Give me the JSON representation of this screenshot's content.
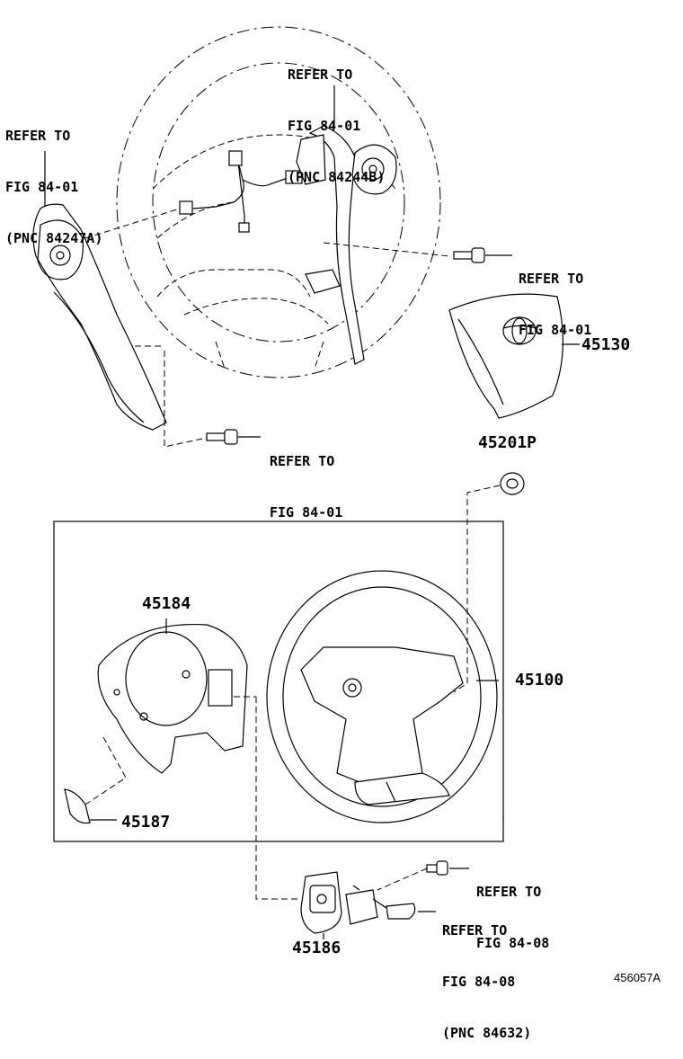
{
  "callouts": {
    "top_center": {
      "line1": "REFER TO",
      "line2": "FIG 84-01",
      "line3": "(PNC 84244B)"
    },
    "top_left": {
      "line1": "REFER TO",
      "line2": "FIG 84-01",
      "line3": "(PNC 84247A)"
    },
    "right_bolt": {
      "line1": "REFER TO",
      "line2": "FIG 84-01"
    },
    "lower_bolt": {
      "line1": "REFER TO",
      "line2": "FIG 84-01"
    },
    "bottom_bolt": {
      "line1": "REFER TO",
      "line2": "FIG 84-08"
    },
    "bottom_switch": {
      "line1": "REFER TO",
      "line2": "FIG 84-08",
      "line3": "(PNC 84632)"
    }
  },
  "parts": {
    "airbag": "45130",
    "nut": "45201P",
    "cover": "45184",
    "wheel": "45100",
    "trim": "45187",
    "switch": "45186"
  },
  "illustration_id": "456057A"
}
